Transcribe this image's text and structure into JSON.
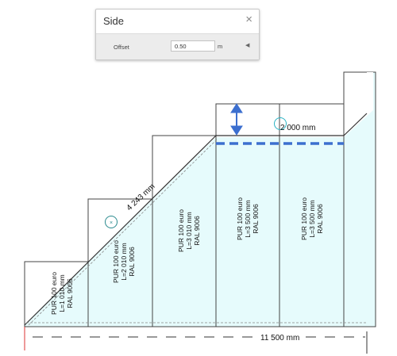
{
  "panel": {
    "title": "Side",
    "close_icon": "close-icon",
    "field_label": "Offset",
    "field_value": "0.50",
    "field_unit": "m",
    "collapse_icon": "triangle-left-icon"
  },
  "drawing": {
    "panel_labels": [
      [
        "PUR 100 euro",
        "L=1 010 mm",
        "RAL 9006"
      ],
      [
        "PUR 100 euro",
        "L=2 010 mm",
        "RAL 9006"
      ],
      [
        "PUR 100 euro",
        "L=3 010 mm",
        "RAL 9006"
      ],
      [
        "PUR 100 euro",
        "L=3 500 mm",
        "RAL 9006"
      ],
      [
        "PUR 100 euro",
        "L=3 500 mm",
        "RAL 9006"
      ]
    ],
    "diagonal_dimension": "4 243 mm",
    "offset_dimension": "2 000 mm",
    "total_dimension": "11 500 mm",
    "colors": {
      "panel_fill": "#e6fbfc",
      "panel_stroke": "#444444",
      "handle_accent": "#2ab3c4",
      "arrow_blue": "#3c6fcf"
    }
  }
}
